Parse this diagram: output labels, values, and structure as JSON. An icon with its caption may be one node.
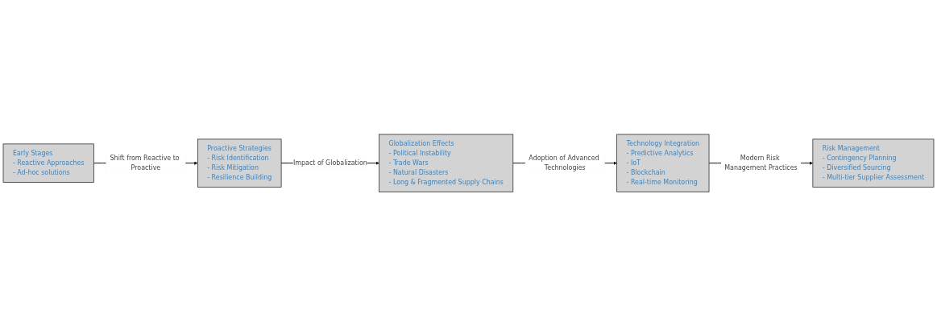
{
  "diagram": {
    "nodes": [
      {
        "text": [
          "Early Stages",
          "- Reactive Approaches",
          "- Ad-hoc solutions"
        ]
      },
      {
        "text": [
          "Proactive Strategies",
          "- Risk Identification",
          "- Risk Mitigation",
          "- Resilience Building"
        ]
      },
      {
        "text": [
          "Globalization Effects",
          "- Political Instability",
          "- Trade Wars",
          "- Natural Disasters",
          "- Long & Fragmented Supply Chains"
        ]
      },
      {
        "text": [
          "Technology Integration",
          "- Predictive Analytics",
          "- IoT",
          "- Blockchain",
          "- Real-time Monitoring"
        ]
      },
      {
        "text": [
          "Risk Management",
          "- Contingency Planning",
          "- Diversified Sourcing",
          "- Multi-tier Supplier Assessment"
        ]
      }
    ],
    "edges": [
      {
        "from": 0,
        "to": 1,
        "arrow": "to",
        "label": "Shift from Reactive to Proactive"
      },
      {
        "from": 1,
        "to": 2,
        "arrow": "to",
        "label": "Impact of Globalization"
      },
      {
        "from": 2,
        "to": 3,
        "arrow": "to",
        "label": "Adoption of Advanced Technologies"
      },
      {
        "from": 3,
        "to": 4,
        "arrow": "to",
        "label": "Modern Risk Management Practices"
      }
    ]
  }
}
